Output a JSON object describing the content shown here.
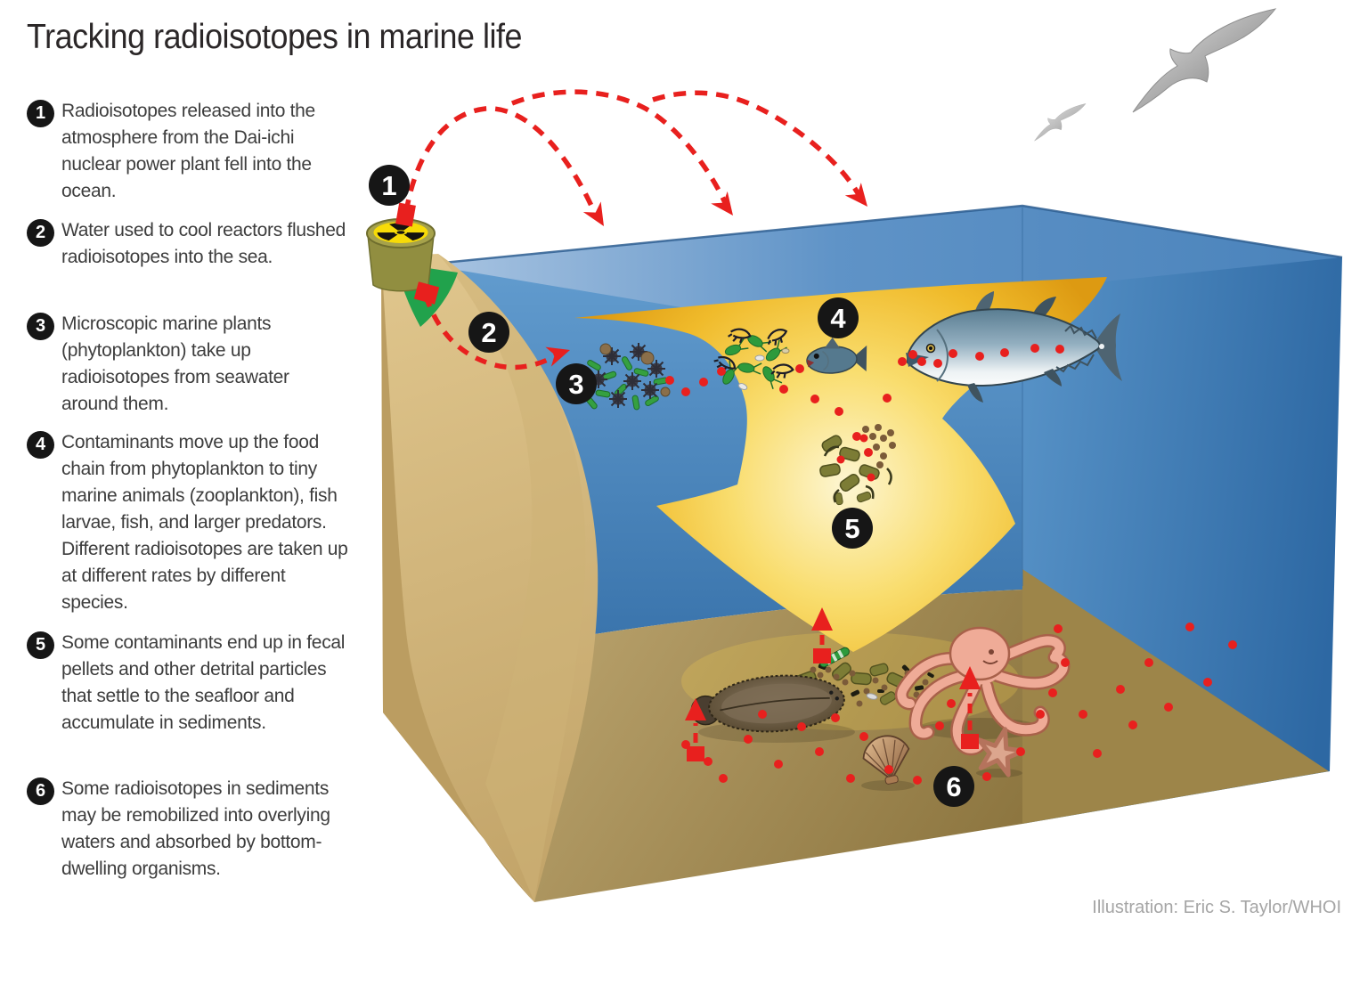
{
  "title": "Tracking radioisotopes in marine life",
  "credit": "Illustration: Eric S. Taylor/WHOI",
  "steps": [
    {
      "number": "1",
      "text": "Radioisotopes released into the atmosphere from the Dai-ichi nuclear power plant fell into the ocean."
    },
    {
      "number": "2",
      "text": "Water used to cool reactors flushed radioisotopes into the sea."
    },
    {
      "number": "3",
      "text": "Microscopic marine plants (phytoplankton) take up radioisotopes from seawater around them."
    },
    {
      "number": "4",
      "text": "Contaminants move up the food chain from phytoplankton to tiny marine animals (zooplankton), fish larvae, fish, and larger predators. Different radioisotopes are taken up at different rates by different species."
    },
    {
      "number": "5",
      "text": "Some contaminants end up in fecal pellets and other detrital particles that settle to the seafloor and accumulate in sediments."
    },
    {
      "number": "6",
      "text": "Some radioisotopes in sediments may be remobilized into overlying waters and absorbed by bottom-dwelling organisms."
    }
  ],
  "diagram": {
    "badges": [
      "1",
      "2",
      "3",
      "4",
      "5",
      "6"
    ],
    "icons": {
      "radiation-icon": "☢",
      "seagull-large-icon": "gull-silhouette",
      "seagull-small-icon": "gull-silhouette",
      "fallout-arc-icon": "red-dashed-arc-arrow",
      "discharge-arrow-icon": "red-dashed-curve-arrow",
      "remobilization-arrow-icon": "red-dashed-up-arrow",
      "radioisotope-dot-icon": "red-dot"
    }
  },
  "colors": {
    "accent_red": "#e8201e",
    "water_surface": "#5f93c7",
    "water_back_wall": "#4a86c0",
    "water_right_wall": "#2d68a3",
    "sand_light": "#dfc58c",
    "sand_dark": "#bb9d61",
    "seafloor": "#9d8549",
    "arrow_gold": "#f0bb2b",
    "arrow_glow": "#fdf6d2",
    "radiation_yellow": "#f7db07",
    "discharge_green": "#21a24c",
    "badge_black": "#161616",
    "text_dark": "#3d3d3d",
    "credit_gray": "#a5a5a5"
  }
}
